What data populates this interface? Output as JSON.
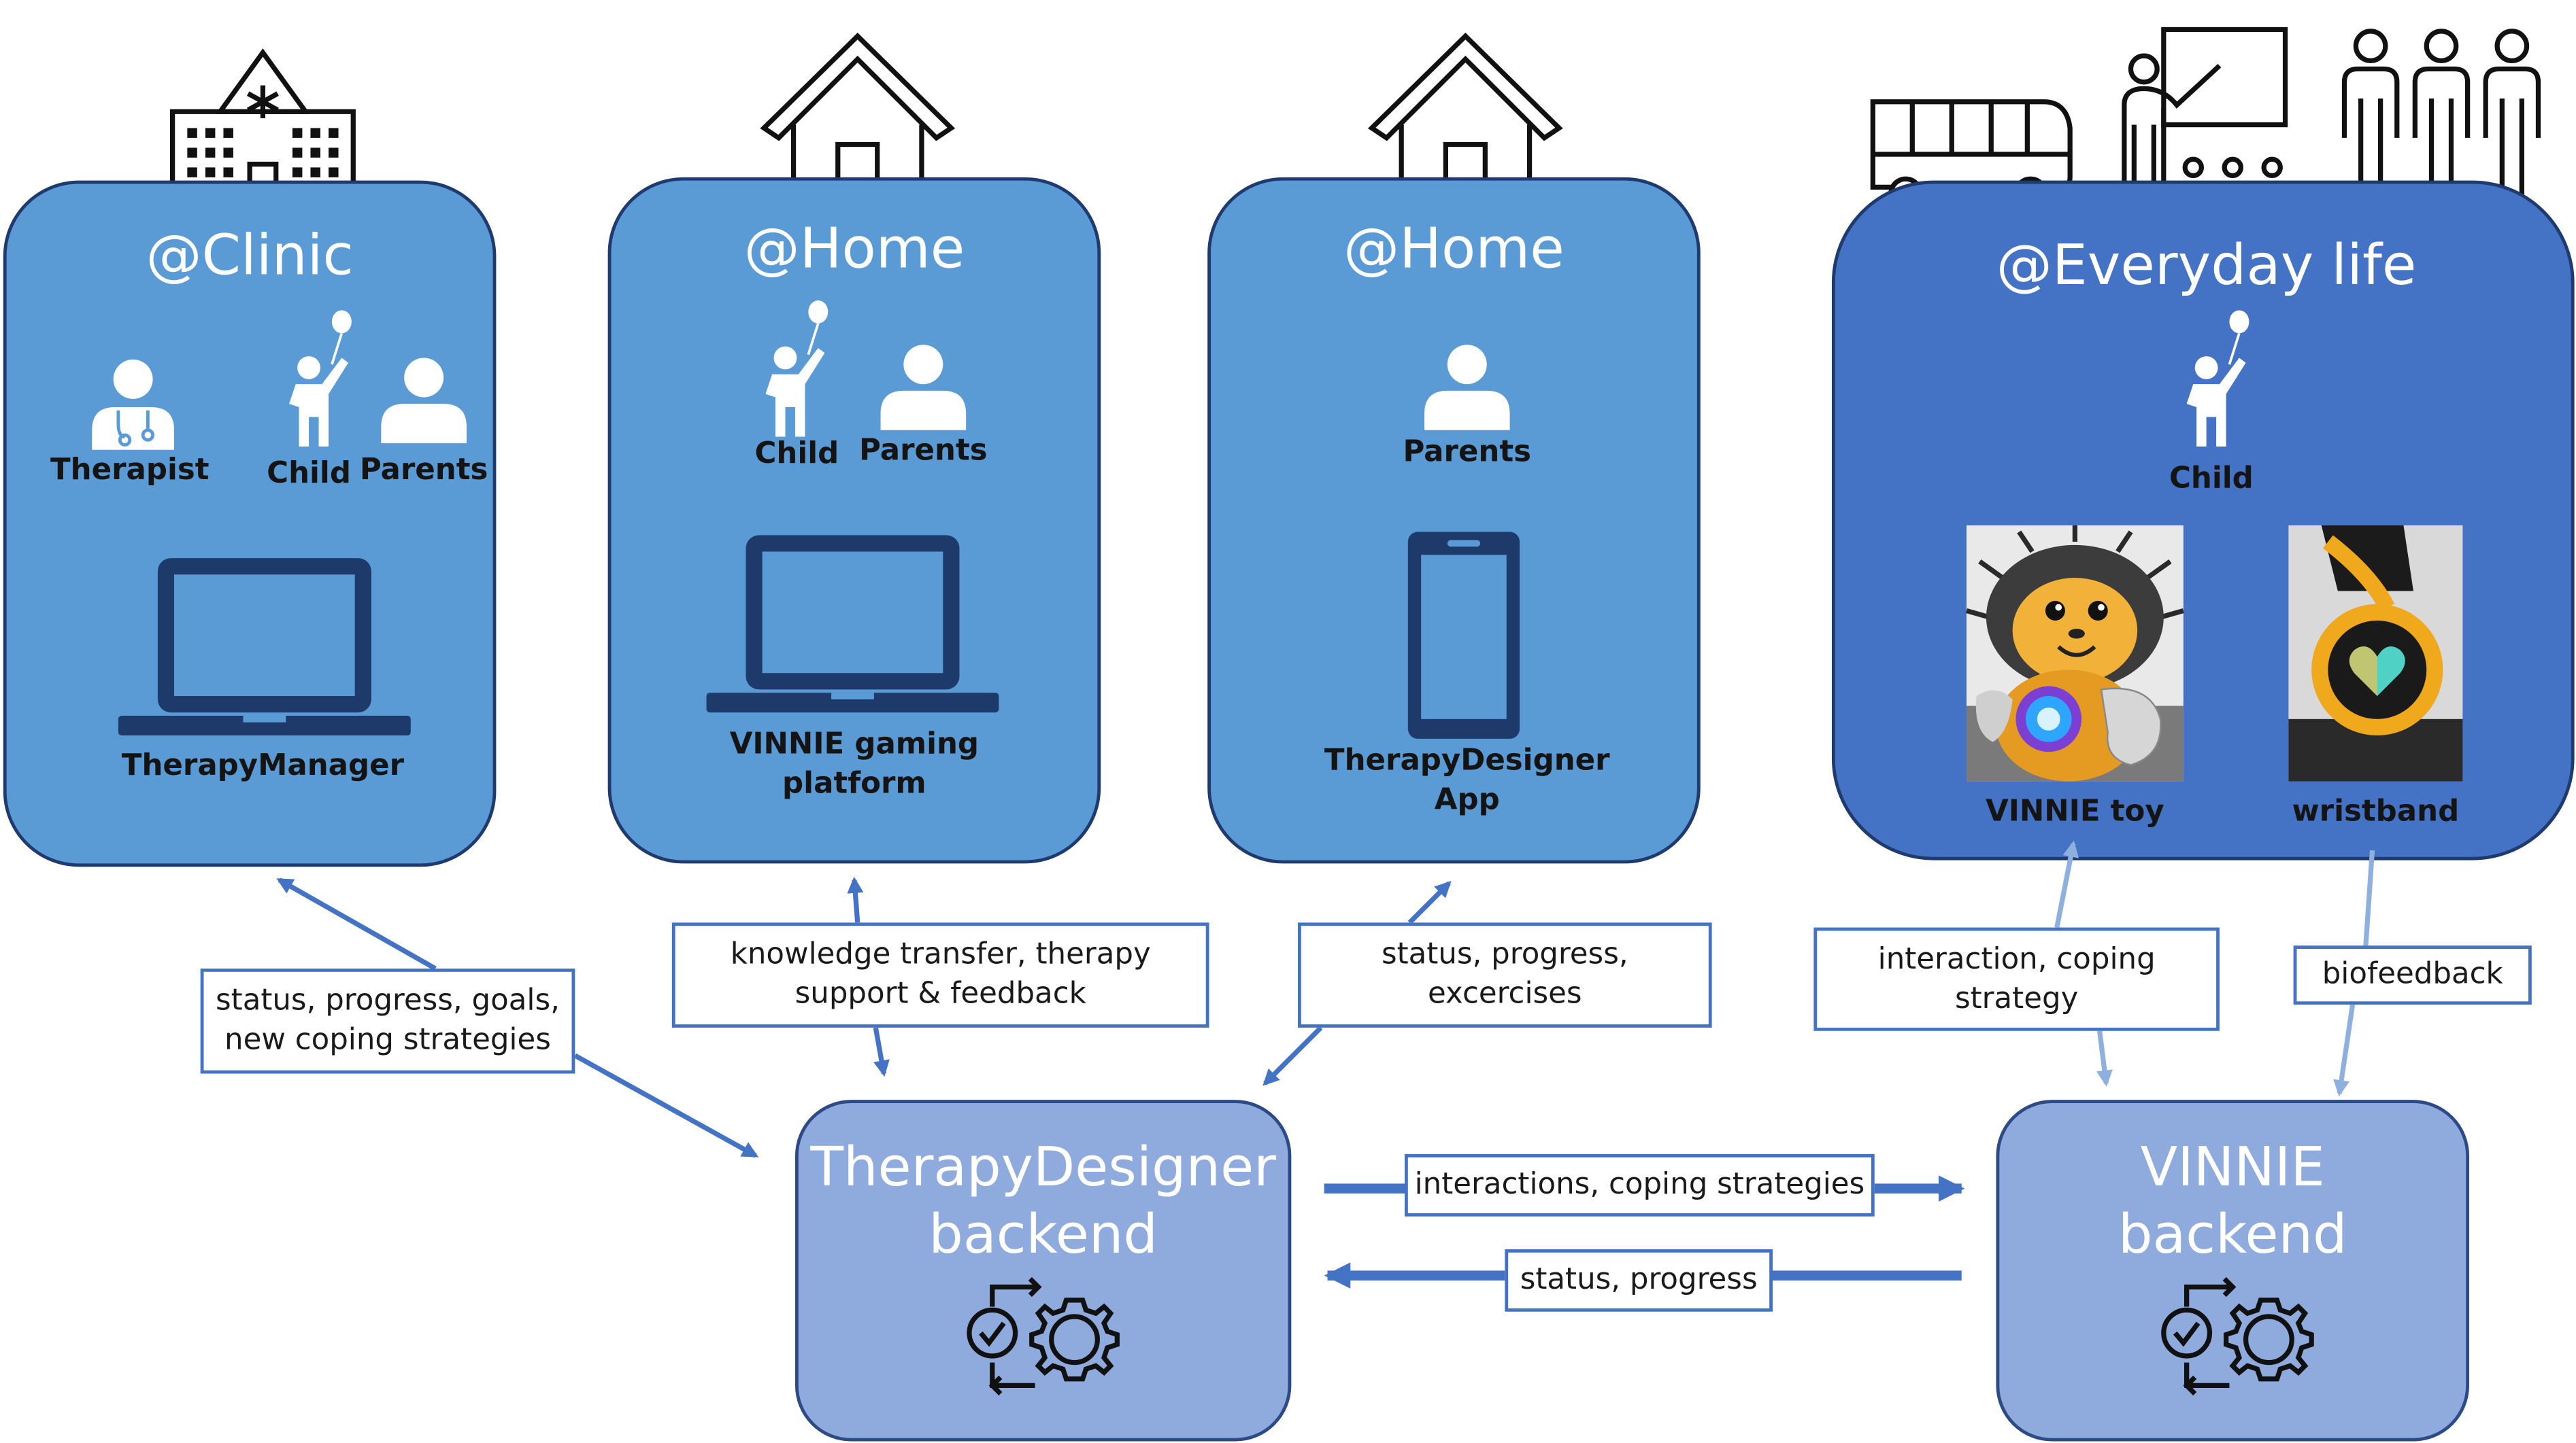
{
  "colors": {
    "panel": "#5b9bd5",
    "panel_dark": "#4472c4",
    "backend": "#8faadc",
    "arrow": "#4472c4",
    "arrow_light": "#8eb0de",
    "icon": "#1e3a6a"
  },
  "panels": {
    "clinic": {
      "title": "@Clinic",
      "therapist": "Therapist",
      "child": "Child",
      "parents": "Parents",
      "device": "TherapyManager"
    },
    "home1": {
      "title": "@Home",
      "child": "Child",
      "parents": "Parents",
      "device_line1": "VINNIE gaming",
      "device_line2": "platform"
    },
    "home2": {
      "title": "@Home",
      "parents": "Parents",
      "device_line1": "TherapyDesigner",
      "device_line2": "App"
    },
    "everyday": {
      "title": "@Everyday life",
      "child": "Child",
      "toy": "VINNIE toy",
      "wristband": "wristband"
    }
  },
  "backends": {
    "therapy": {
      "line1": "TherapyDesigner",
      "line2": "backend"
    },
    "vinnie": {
      "line1": "VINNIE",
      "line2": "backend"
    }
  },
  "labels": {
    "clinic_link": {
      "line1": "status, progress, goals,",
      "line2": "new coping strategies"
    },
    "home1_link": {
      "line1": "knowledge transfer, therapy",
      "line2": "support & feedback"
    },
    "home2_link": {
      "line1": "status, progress,",
      "line2": "excercises"
    },
    "toy_link": {
      "line1": "interaction, coping",
      "line2": "strategy"
    },
    "wristband_link": "biofeedback",
    "to_vinnie": "interactions, coping strategies",
    "to_therapy": "status, progress"
  },
  "icons": [
    "hospital-icon",
    "house-icon",
    "bus-icon",
    "teacher-icon",
    "crowd-icon",
    "therapist-icon",
    "child-icon",
    "parent-icon",
    "laptop-icon",
    "phone-icon",
    "gears-icon"
  ]
}
